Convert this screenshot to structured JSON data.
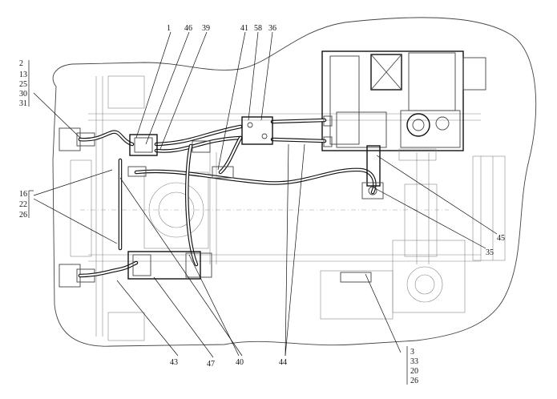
{
  "labels_top": [
    "1",
    "46",
    "39",
    "41",
    "58",
    "36"
  ],
  "labels_left_upper": [
    "2",
    "13",
    "25",
    "30",
    "31"
  ],
  "labels_left_lower": [
    "16",
    "22",
    "26"
  ],
  "labels_right": [
    "45",
    "35"
  ],
  "labels_bottom": [
    "43",
    "47",
    "40",
    "44"
  ],
  "labels_bottom_right": [
    "3",
    "33",
    "20",
    "26"
  ]
}
